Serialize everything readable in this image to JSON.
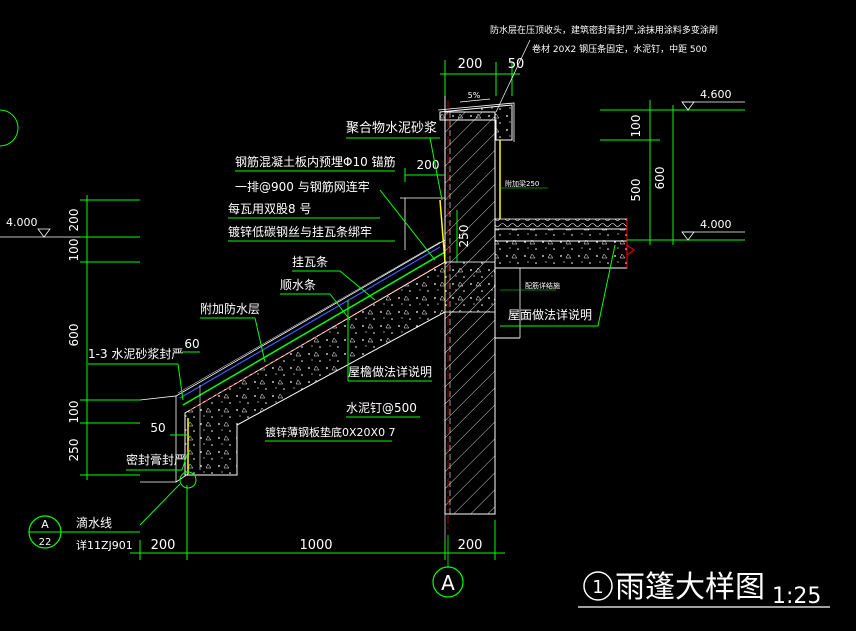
{
  "title": {
    "circle_num": "1",
    "text": "雨篷大样图",
    "scale": "1:25"
  },
  "axis_bubble": "A",
  "detail_ref": {
    "top": "A",
    "bottom": "22",
    "label": "滴水线",
    "ref": "详11ZJ901"
  },
  "colors": {
    "bg": "#000000",
    "white": "#ffffff",
    "green": "#00ff00",
    "yellow": "#ffff00",
    "red": "#ff0000",
    "magenta": "#ff00ff",
    "blue": "#3c5cff"
  },
  "dims": {
    "top_200": "200",
    "top_50": "50",
    "slope": "5%",
    "bot_200a": "200",
    "bot_1000": "1000",
    "bot_200b": "200",
    "left_200": "200",
    "left_100a": "100",
    "left_600": "600",
    "left_100b": "100",
    "left_250": "250",
    "right_100": "100",
    "right_500": "500",
    "right_600": "600",
    "mid_200": "200",
    "mid_250": "250",
    "d60": "60",
    "d50": "50"
  },
  "levels": {
    "left_4000": "4.000",
    "right_4600": "4.600",
    "right_4000": "4.000"
  },
  "annotations": {
    "top1": "防水层在压顶收头，建筑密封膏封严,涂抹用涂料多变涂刷",
    "top2": "卷材 20X2   钢压条固定，水泥钉，中距 500",
    "polymer": "聚合物水泥砂浆",
    "rebar1": "钢筋混凝土板内预埋Φ10  锚筋",
    "rebar2": "一排@900   与钢筋网连牢",
    "tile_wire": "每瓦用双股8 号",
    "galv_wire": "镀锌低碳钢丝与挂瓦条绑牢",
    "batten": "挂瓦条",
    "counter_batten": "顺水条",
    "extra_wp": "附加防水层",
    "mortar": "1-3   水泥砂浆封严",
    "sealant": "密封膏封严",
    "eave_note": "屋檐做法详说明",
    "nail": "水泥钉@500",
    "steel_plate": "镀锌薄钢板垫底0X20X0 7",
    "roof_note": "屋面做法详说明",
    "beam_small1": "附加梁250",
    "beam_small2": "配筋详结施"
  }
}
